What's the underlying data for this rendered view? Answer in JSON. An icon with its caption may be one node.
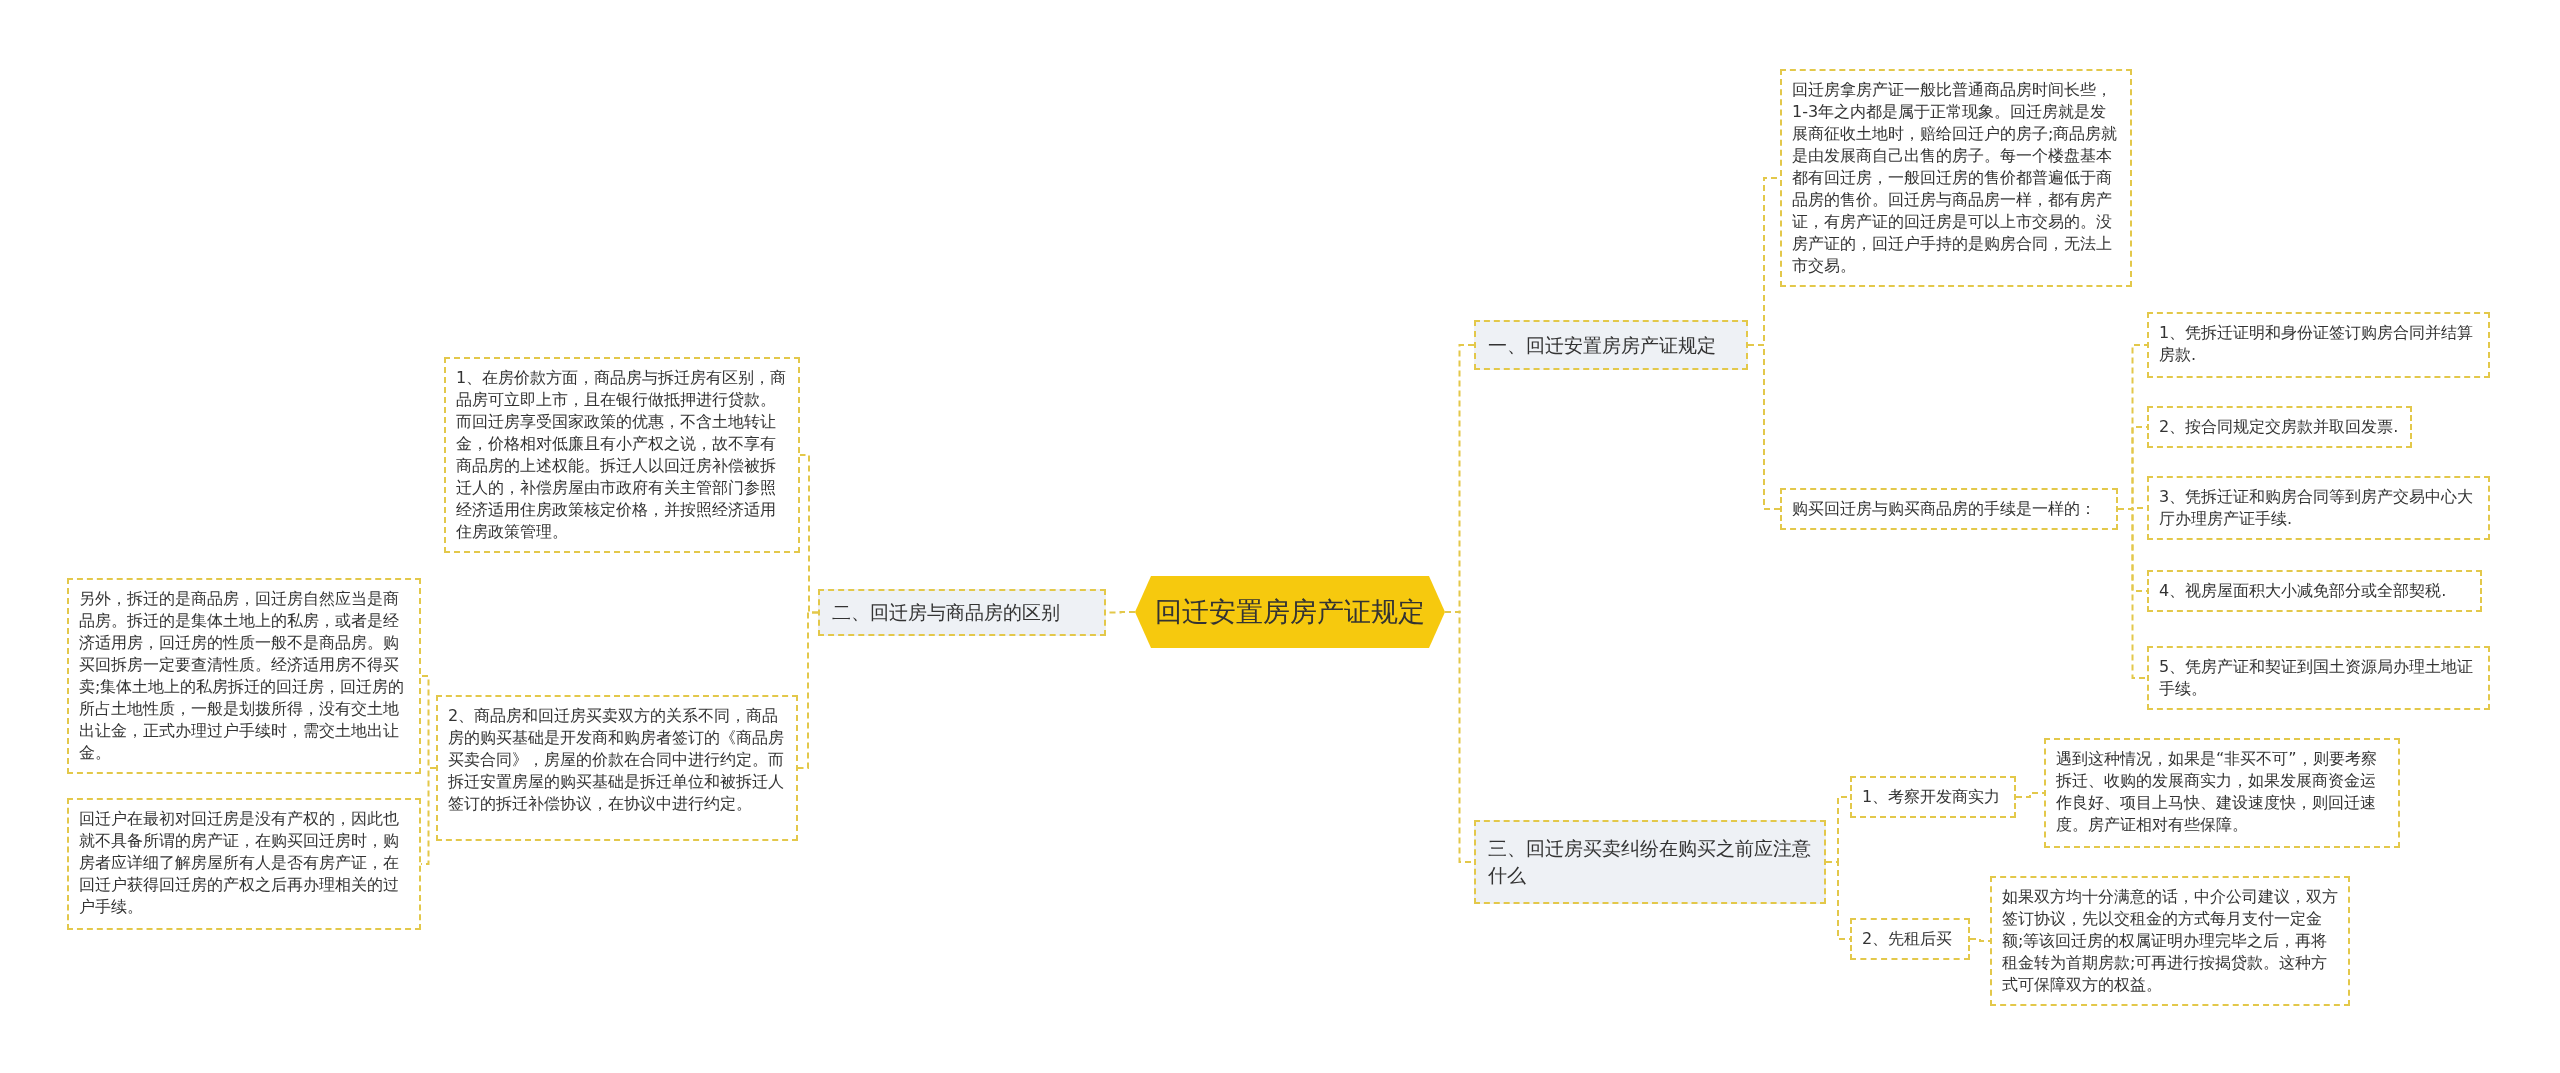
{
  "diagram": {
    "nodes": [
      {
        "text": [
          "回迁安置房房产证规定"
        ]
      },
      {
        "text": [
          "一、回迁安置房房产证规定"
        ]
      },
      {
        "text": [
          "回迁房拿房产证一般比普通商品房时间长些，1-3年之内都是属于正常现象。回迁房就是发展商征收土地时，赔给回迁户的房子;商品房就是由发展商自己出售的房子。每一个楼盘基本都有回迁房，一般回迁房的售价都普遍低于商品房的售价。回迁房与商品房一样，都有房产证，有房产证的回迁房是可以上市交易的。没房产证的，回迁户手持的是购房合同，无法上市交易。"
        ]
      },
      {
        "text": [
          "购买回迁房与购买商品房的手续是一样的："
        ]
      },
      {
        "text": [
          "1、凭拆迁证明和身份证签订购房合同并结算房款."
        ]
      },
      {
        "text": [
          "2、按合同规定交房款并取回发票."
        ]
      },
      {
        "text": [
          "3、凭拆迁证和购房合同等到房产交易中心大厅办理房产证手续."
        ]
      },
      {
        "text": [
          "4、视房屋面积大小减免部分或全部契税."
        ]
      },
      {
        "text": [
          "5、凭房产证和契证到国土资源局办理土地证手续。"
        ]
      },
      {
        "text": [
          "三、回迁房买卖纠纷在购买之前应注意什么"
        ]
      },
      {
        "text": [
          "1、考察开发商实力"
        ]
      },
      {
        "text": [
          "遇到这种情况，如果是“非买不可”，则要考察拆迁、收购的发展商实力，如果发展商资金运作良好、项目上马快、建设速度快，则回迁速度。房产证相对有些保障。"
        ]
      },
      {
        "text": [
          "2、先租后买"
        ]
      },
      {
        "text": [
          "如果双方均十分满意的话，中介公司建议，双方签订协议，先以交租金的方式每月支付一定金额;等该回迁房的权属证明办理完毕之后，再将租金转为首期房款;可再进行按揭贷款。这种方式可保障双方的权益。"
        ]
      },
      {
        "text": [
          "二、回迁房与商品房的区别"
        ]
      },
      {
        "text": [
          "1、在房价款方面，商品房与拆迁房有区别，商品房可立即上市，且在银行做抵押进行贷款。而回迁房享受国家政策的优惠，不含土地转让金，价格相对低廉且有小产权之说，故不享有商品房的上述权能。拆迁人以回迁房补偿被拆迁人的，补偿房屋由市政府有关主管部门参照经济适用住房政策核定价格，并按照经济适用住房政策管理。"
        ]
      },
      {
        "text": [
          "另外，拆迁的是商品房，回迁房自然应当是商品房。拆迁的是集体土地上的私房，或者是经济适用房，回迁房的性质一般不是商品房。购买回拆房一定要查清性质。经济适用房不得买卖;集体土地上的私房拆迁的回迁房，回迁房的所占土地性质，一般是划拨所得，没有交土地出让金，正式办理过户手续时，需交土地出让金。"
        ]
      },
      {
        "text": [
          "2、商品房和回迁房买卖双方的关系不同，商品房的购买基础是开发商和购房者签订的《商品房买卖合同》，房屋的价款在合同中进行约定。而拆迁安置房屋的购买基础是拆迁单位和被拆迁人签订的拆迁补偿协议，在协议中进行约定。"
        ]
      },
      {
        "text": [
          "回迁户在最初对回迁房是没有产权的，因此也就不具备所谓的房产证，在购买回迁房时，购房者应详细了解房屋所有人是否有房产证，在回迁户获得回迁房的产权之后再办理相关的过户手续。"
        ]
      }
    ],
    "edges": [
      {
        "from": 0,
        "to": 1,
        "arrow": "none"
      },
      {
        "from": 0,
        "to": 9,
        "arrow": "none"
      },
      {
        "from": 0,
        "to": 14,
        "arrow": "none"
      },
      {
        "from": 1,
        "to": 2,
        "arrow": "none"
      },
      {
        "from": 1,
        "to": 3,
        "arrow": "none"
      },
      {
        "from": 3,
        "to": 4,
        "arrow": "none"
      },
      {
        "from": 3,
        "to": 5,
        "arrow": "none"
      },
      {
        "from": 3,
        "to": 6,
        "arrow": "none"
      },
      {
        "from": 3,
        "to": 7,
        "arrow": "none"
      },
      {
        "from": 3,
        "to": 8,
        "arrow": "none"
      },
      {
        "from": 9,
        "to": 10,
        "arrow": "none"
      },
      {
        "from": 9,
        "to": 12,
        "arrow": "none"
      },
      {
        "from": 10,
        "to": 11,
        "arrow": "none"
      },
      {
        "from": 12,
        "to": 13,
        "arrow": "none"
      },
      {
        "from": 14,
        "to": 15,
        "arrow": "none"
      },
      {
        "from": 14,
        "to": 17,
        "arrow": "none"
      },
      {
        "from": 17,
        "to": 16,
        "arrow": "none"
      },
      {
        "from": 17,
        "to": 18,
        "arrow": "none"
      }
    ]
  }
}
